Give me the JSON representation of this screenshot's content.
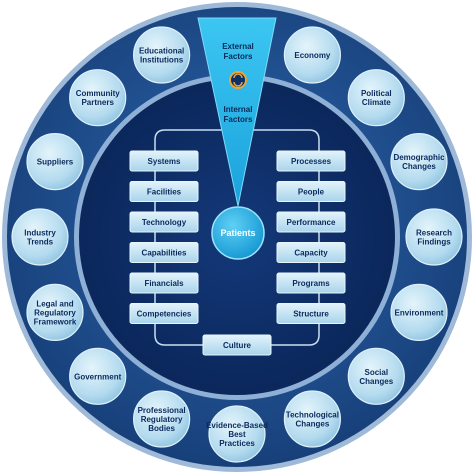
{
  "wedge": {
    "external_label": "External Factors",
    "internal_label": "Internal Factors"
  },
  "center": {
    "label": "Patients"
  },
  "external_factors": [
    "Economy",
    "Political Climate",
    "Demographic Changes",
    "Research Findings",
    "Environment",
    "Social Changes",
    "Technological Changes",
    "Evidence-Based Best Practices",
    "Professional Regulatory Bodies",
    "Government",
    "Legal and Regulatory Framework",
    "Industry Trends",
    "Suppliers",
    "Community Partners",
    "Educational Institutions"
  ],
  "internal_left": [
    "Systems",
    "Facilities",
    "Technology",
    "Capabilities",
    "Financials",
    "Competencies"
  ],
  "internal_right": [
    "Processes",
    "People",
    "Performance",
    "Capacity",
    "Programs",
    "Structure"
  ],
  "internal_bottom": "Culture",
  "colors": {
    "outer_ring": "#1f4e8c",
    "ring_edge": "#9fb9d8",
    "inner_field": "#0d2f6b",
    "bubble": "#b7def0",
    "wedge": "#29b6e8",
    "center": "#1aa6e0"
  }
}
